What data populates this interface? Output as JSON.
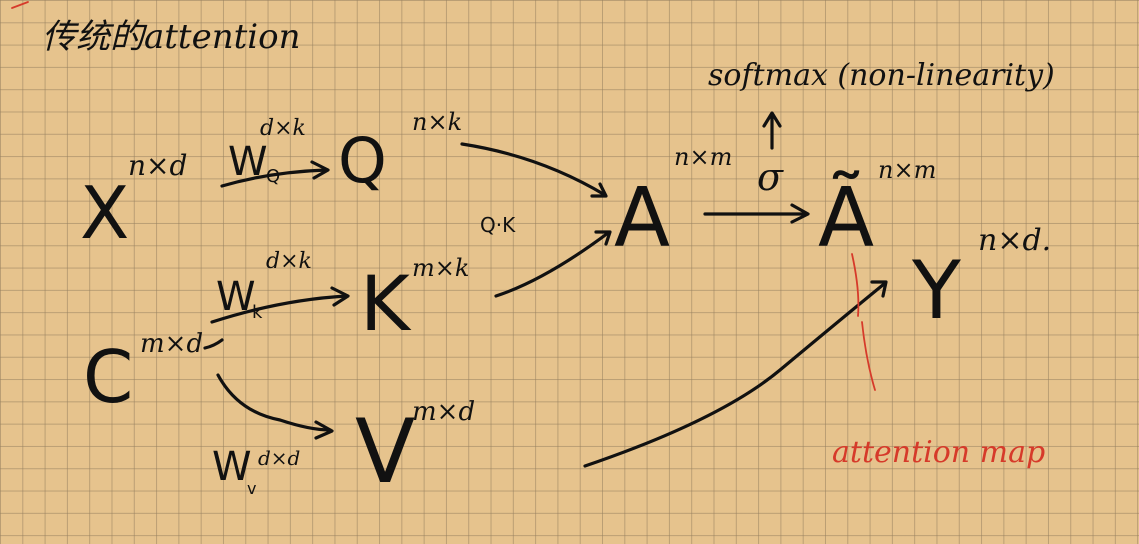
{
  "title": "传统的attention",
  "annotations": {
    "softmax": "softmax (non-linearity)",
    "attention_map": "attention map",
    "qk_label": "Q·K"
  },
  "symbols": {
    "X": "X",
    "X_dim": "n×d",
    "C": "C",
    "C_dim": "m×d",
    "Wq": "W",
    "Wq_sub": "Q",
    "Wq_dim": "d×k",
    "Wk": "W",
    "Wk_sub": "k",
    "Wk_dim": "d×k",
    "Wv": "W",
    "Wv_sub": "v",
    "Wv_dim": "d×d",
    "Q": "Q",
    "Q_dim": "n×k",
    "K": "K",
    "K_dim": "m×k",
    "V": "V",
    "V_dim": "m×d",
    "A": "A",
    "A_dim": "n×m",
    "sigma": "σ",
    "A_tilde": "Ã",
    "A_tilde_dim": "n×m",
    "Y": "Y",
    "Y_dim": "n×d."
  },
  "colors": {
    "ink": "#111111",
    "annotation": "#d63a2a",
    "paper": "#e6c38d",
    "grid": "#96805f"
  }
}
